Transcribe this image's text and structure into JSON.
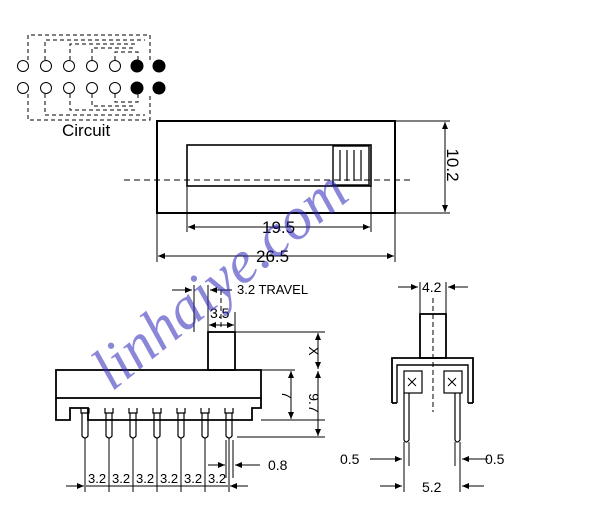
{
  "circuit": {
    "label": "Circuit"
  },
  "top_view": {
    "width": "26.5",
    "window_length": "19.5",
    "height": "10.2"
  },
  "front_view": {
    "travel": "3.2 TRAVEL",
    "actuator_width": "3.5",
    "actuator_height": "X",
    "body_height": "7",
    "total_height": "9.7",
    "pin_width": "0.8",
    "pitches": [
      "3.2",
      "3.2",
      "3.2",
      "3.2",
      "3.2",
      "3.2"
    ]
  },
  "side_view": {
    "actuator_width": "4.2",
    "left_offset": "0.5",
    "right_offset": "0.5",
    "pin_spacing": "5.2"
  },
  "watermark": {
    "text": "linhaiye.com"
  }
}
